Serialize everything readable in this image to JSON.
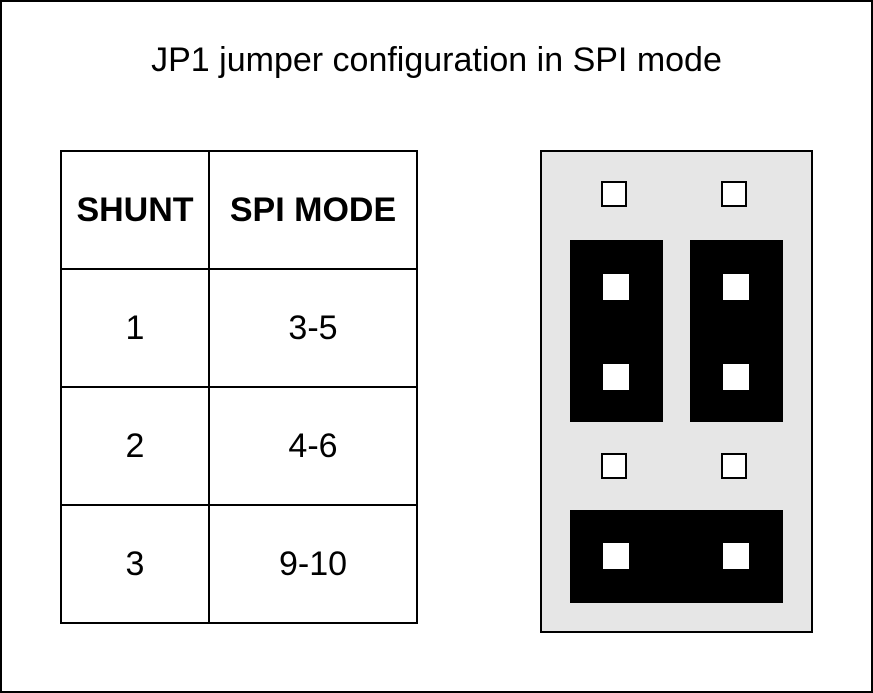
{
  "title": "JP1 jumper configuration in SPI mode",
  "table": {
    "headers": [
      "SHUNT",
      "SPI MODE"
    ],
    "rows": [
      [
        "1",
        "3-5"
      ],
      [
        "2",
        "4-6"
      ],
      [
        "3",
        "9-10"
      ]
    ]
  },
  "header_diagram": {
    "pin_columns": 2,
    "pin_rows": 5,
    "shunt_count": 3,
    "colors": {
      "board": "#e6e6e6",
      "shunt": "#000000",
      "pin": "#ffffff",
      "outline": "#000000"
    }
  }
}
